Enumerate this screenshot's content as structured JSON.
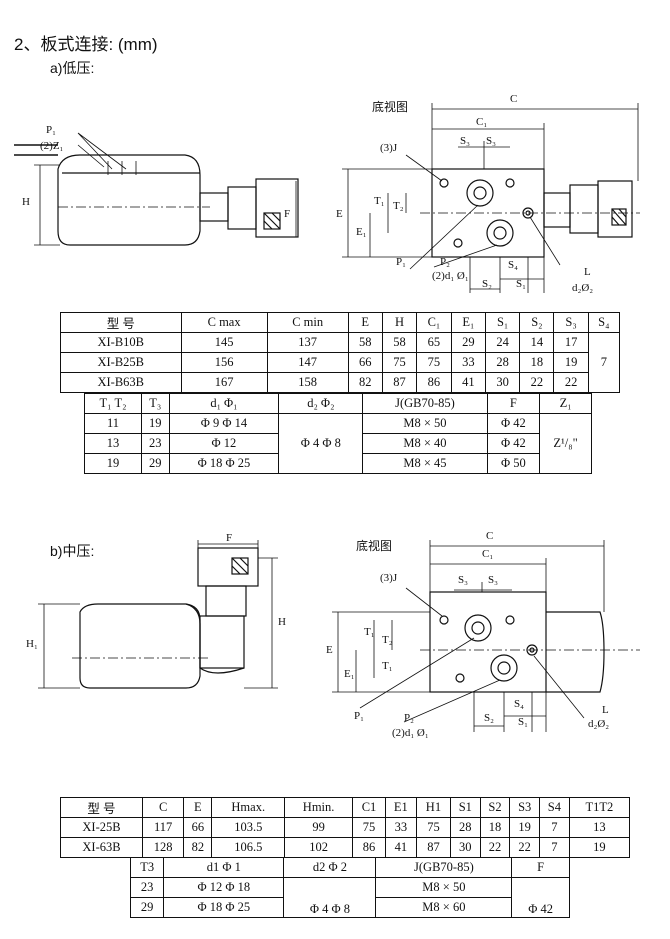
{
  "heading": "2、板式连接: (mm)",
  "section_a": {
    "label": "a)低压:",
    "bottom_view_label": "底视图",
    "dims": {
      "C": "C",
      "C1": "C₁",
      "S3a": "S₃",
      "S3b": "S₃",
      "J": "(3)J",
      "T1": "T₁",
      "T2": "T₂",
      "E": "E",
      "E1": "E₁",
      "H": "H",
      "F": "F",
      "P1": "P₁",
      "Z1": "(2)Z₁",
      "P1b": "P₁",
      "P2": "P₂",
      "d1": "(2)d₁ Ø₁",
      "S4": "S₄",
      "S2": "S₂",
      "S1": "S₁",
      "L": "L",
      "d2": "d₂Ø₂"
    },
    "table1": {
      "headers": [
        "型 号",
        "C max",
        "C min",
        "E",
        "H",
        "C₁",
        "E₁",
        "S₁",
        "S₂",
        "S₃",
        "S₄"
      ],
      "rows": [
        [
          "XI-B10B",
          "145",
          "137",
          "58",
          "58",
          "65",
          "29",
          "24",
          "14",
          "17"
        ],
        [
          "XI-B25B",
          "156",
          "147",
          "66",
          "75",
          "75",
          "33",
          "28",
          "18",
          "19"
        ],
        [
          "XI-B63B",
          "167",
          "158",
          "82",
          "87",
          "86",
          "41",
          "30",
          "22",
          "22"
        ]
      ],
      "s4_value": "7"
    },
    "table2": {
      "headers": [
        "T₁ T₂",
        "T₃",
        "d₁ Φ₁",
        "d₂ Φ₂",
        "J(GB70-85)",
        "F",
        "Z₁"
      ],
      "rows": [
        [
          "11",
          "19",
          "Φ 9  Φ 14",
          "M8 × 50",
          "Φ 42"
        ],
        [
          "13",
          "23",
          "Φ 12",
          "M8 × 40",
          "Φ 42"
        ],
        [
          "19",
          "29",
          "Φ 18  Φ 25",
          "M8 × 45",
          "Φ 50"
        ]
      ],
      "d2_value": "Φ 4  Φ 8",
      "z1_value": "Z¹/₈\""
    }
  },
  "section_b": {
    "label": "b)中压:",
    "bottom_view_label": "底视图",
    "dims": {
      "F": "F",
      "H1": "H₁",
      "H": "H",
      "C": "C",
      "C1": "C₁",
      "S3a": "S₃",
      "S3b": "S₃",
      "J": "(3)J",
      "T1": "T₁",
      "T2": "T₂",
      "T1b": "T₁",
      "E": "E",
      "E1": "E₁",
      "P1": "P₁",
      "P2": "P₂",
      "d1": "(2)d₁ Ø₁",
      "S2": "S₂",
      "S4": "S₄",
      "S1": "S₁",
      "L": "L",
      "d2": "d₂Ø₂"
    },
    "table1": {
      "headers": [
        "型 号",
        "C",
        "E",
        "Hmax.",
        "Hmin.",
        "C1",
        "E1",
        "H1",
        "S1",
        "S2",
        "S3",
        "S4",
        "T1T2"
      ],
      "rows": [
        [
          "XI-25B",
          "117",
          "66",
          "103.5",
          "99",
          "75",
          "33",
          "75",
          "28",
          "18",
          "19",
          "7",
          "13"
        ],
        [
          "XI-63B",
          "128",
          "82",
          "106.5",
          "102",
          "86",
          "41",
          "87",
          "30",
          "22",
          "22",
          "7",
          "19"
        ]
      ]
    },
    "table2": {
      "headers": [
        "T3",
        "d1  Φ 1",
        "d2  Φ 2",
        "J(GB70-85)",
        "F"
      ],
      "rows": [
        [
          "23",
          "Φ 12 Φ 18",
          "M8 × 50"
        ],
        [
          "29",
          "Φ 18 Φ 25",
          "M8 × 60"
        ]
      ],
      "d2_value": "Φ 4  Φ 8",
      "f_value": "Φ 42"
    }
  }
}
